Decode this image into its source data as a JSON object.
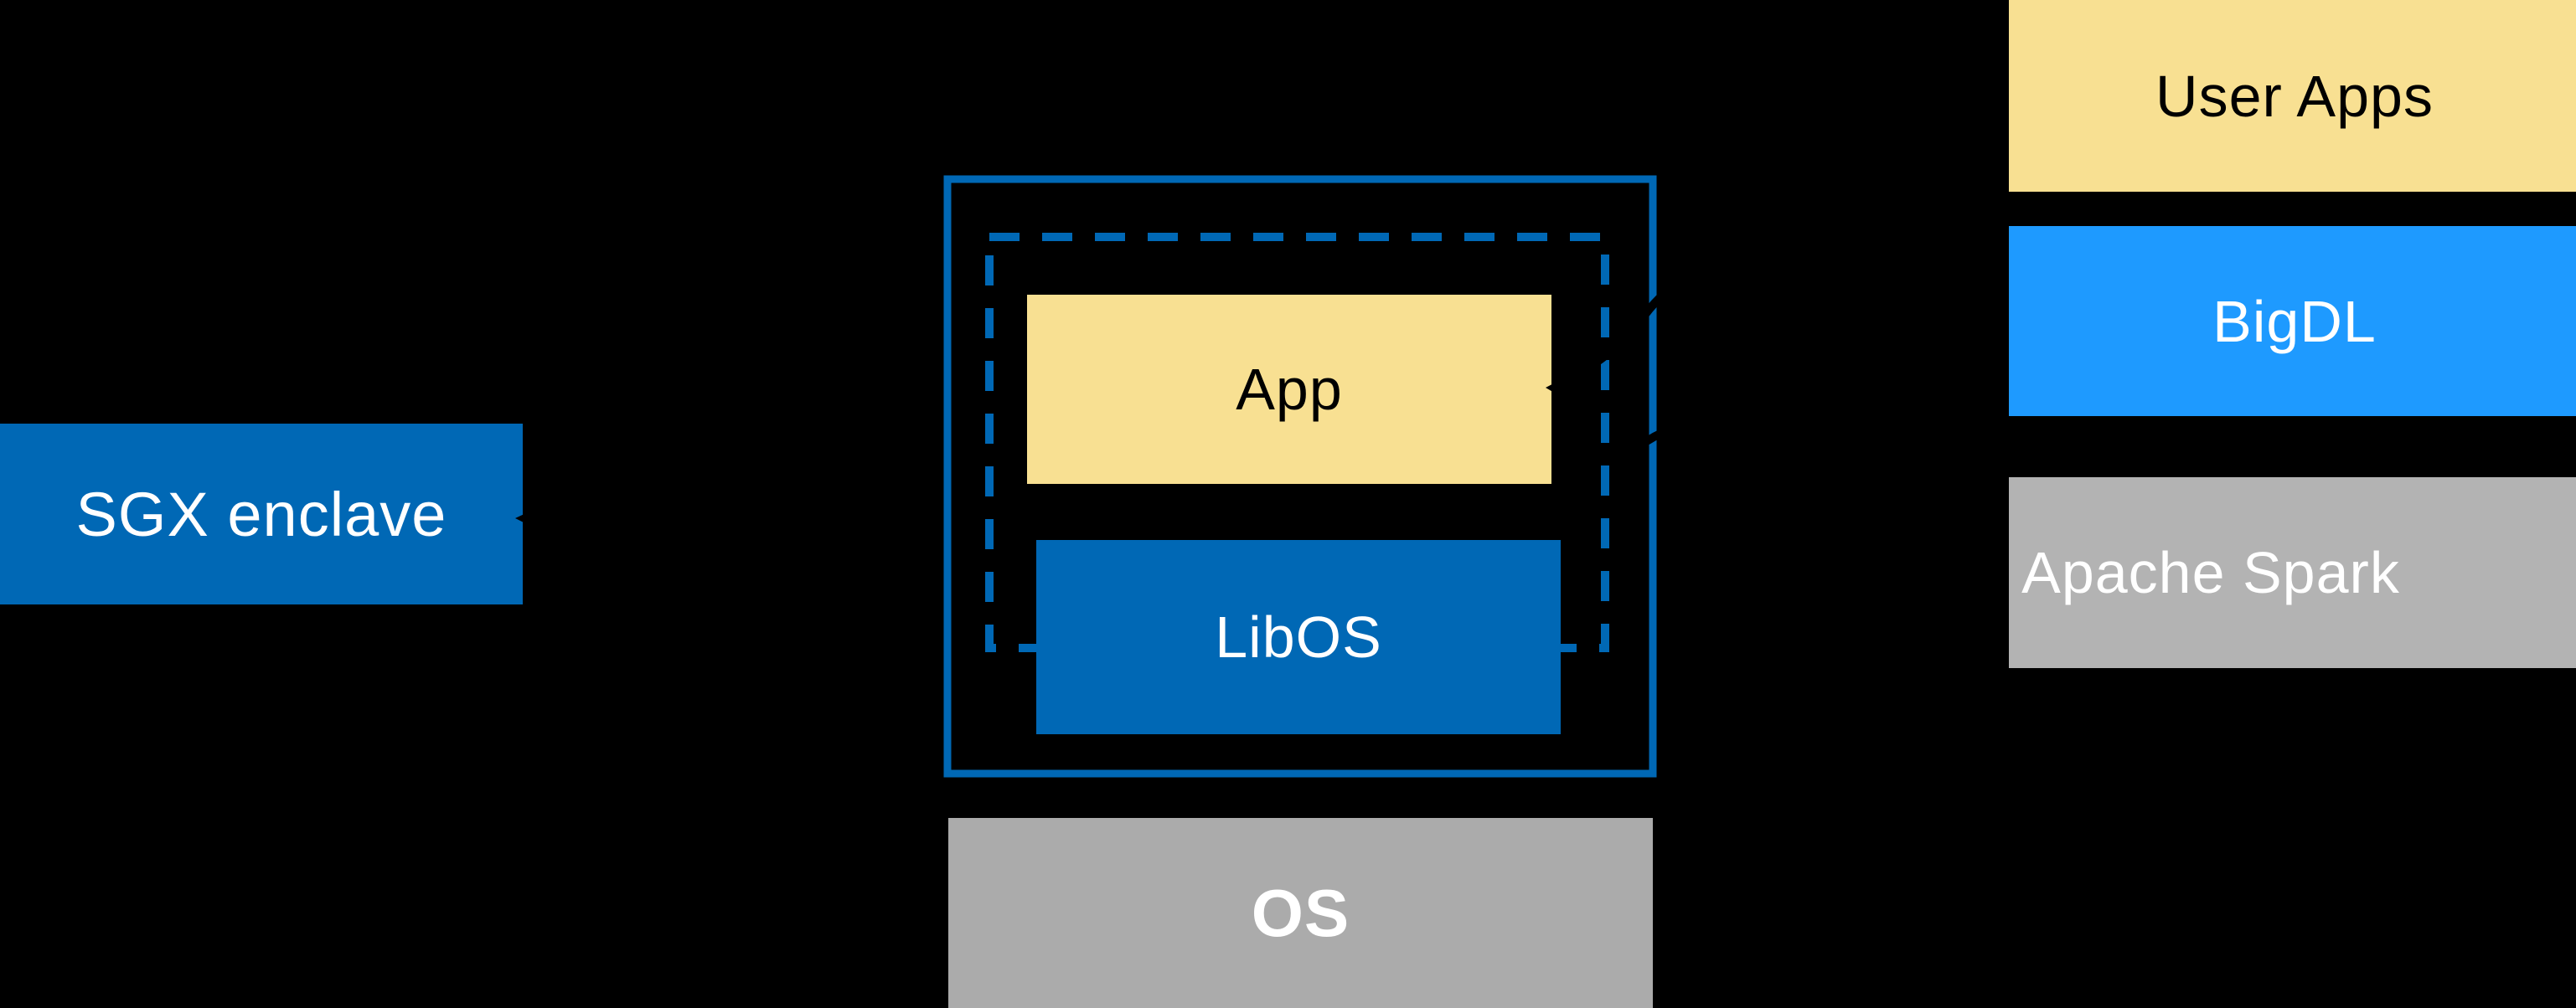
{
  "diagram": {
    "labels": {
      "sgx_enclave": "SGX enclave",
      "app": "App",
      "libos": "LibOS",
      "os": "OS",
      "user_apps": "User Apps",
      "bigdl": "BigDL",
      "apache_spark": "Apache Spark"
    },
    "colors": {
      "background": "#000000",
      "intel_blue": "#0068b5",
      "bright_blue": "#1e9aff",
      "yellow": "#f8e092",
      "gray_spark": "#b3b3b3",
      "gray_os": "#ababab",
      "connector_black": "#000000",
      "text_white": "#ffffff",
      "text_black": "#000000"
    }
  }
}
